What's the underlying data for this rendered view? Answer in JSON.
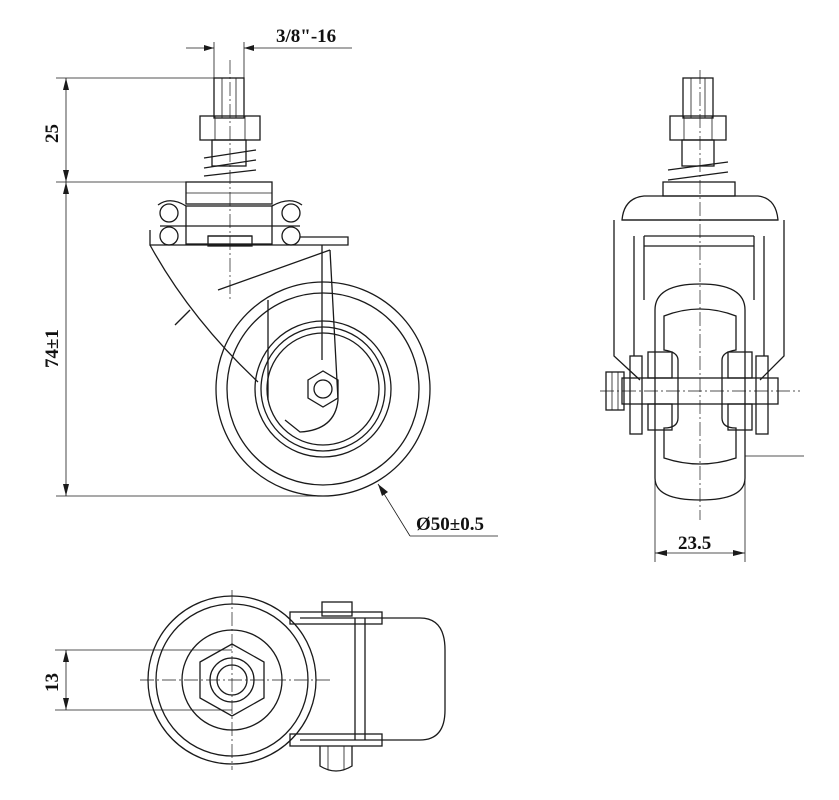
{
  "drawing": {
    "dimensions": {
      "thread": "3/8\"-16",
      "stem_height": "25",
      "overall_height": "74±1",
      "wheel_diameter": "Ø50±0.5",
      "wheel_width": "23.5",
      "offset": "13"
    },
    "colors": {
      "line": "#1a1a1a",
      "background": "#ffffff"
    }
  }
}
